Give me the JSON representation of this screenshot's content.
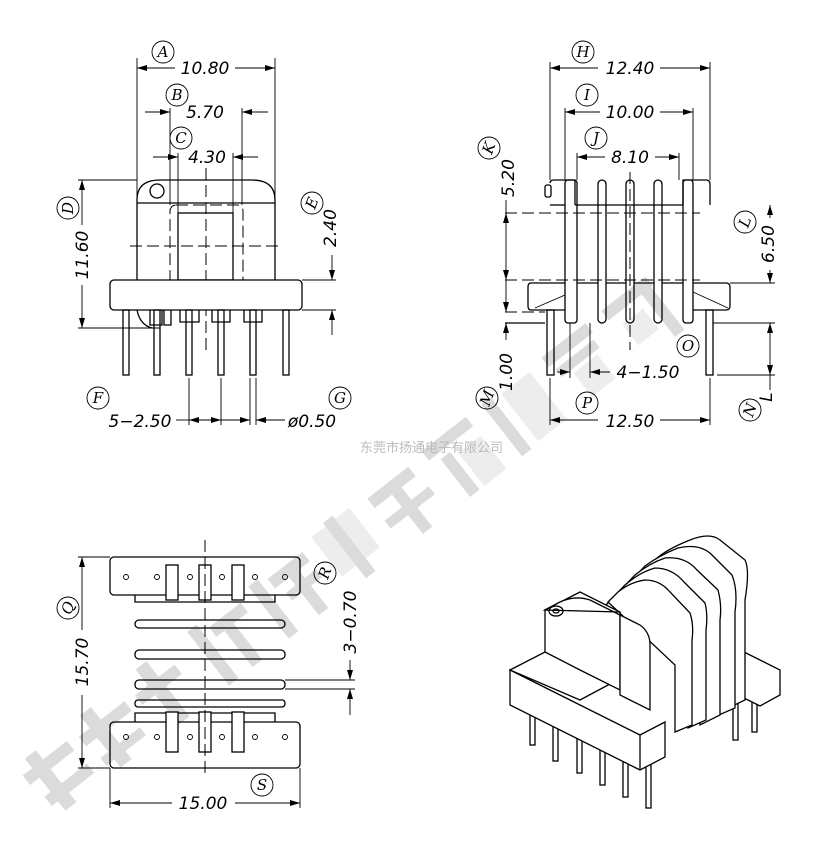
{
  "front_view": {
    "A": {
      "label": "A",
      "value": "10.80"
    },
    "B": {
      "label": "B",
      "value": "5.70"
    },
    "C": {
      "label": "C",
      "value": "4.30"
    },
    "D": {
      "label": "D",
      "value": "11.60"
    },
    "E": {
      "label": "E",
      "value": "2.40"
    },
    "F": {
      "label": "F",
      "value": "5−2.50"
    },
    "G": {
      "label": "G",
      "value": "ø0.50"
    }
  },
  "side_view": {
    "H": {
      "label": "H",
      "value": "12.40"
    },
    "I": {
      "label": "I",
      "value": "10.00"
    },
    "J": {
      "label": "J",
      "value": "8.10"
    },
    "K": {
      "label": "K",
      "value": "5.20"
    },
    "L": {
      "label": "L",
      "value": "6.50"
    },
    "M": {
      "label": "M",
      "value": "1.00"
    },
    "N": {
      "label": "N",
      "value": "L"
    },
    "O": {
      "label": "O",
      "value": "4−1.50"
    },
    "P": {
      "label": "P",
      "value": "12.50"
    }
  },
  "top_view": {
    "Q": {
      "label": "Q",
      "value": "15.70"
    },
    "R": {
      "label": "R",
      "value": "3−0.70"
    },
    "S": {
      "label": "S",
      "value": "15.00"
    }
  },
  "watermark": {
    "large": "东莞市扬通电子有限公司",
    "small": "东莞市扬通电子有限公司"
  }
}
